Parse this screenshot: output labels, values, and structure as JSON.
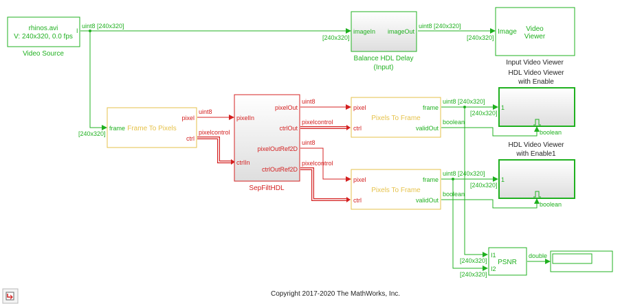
{
  "colors": {
    "green": "#1fb01f",
    "red": "#d42020",
    "yellow": "#e6c24a",
    "dark": "#333333"
  },
  "video_source": {
    "line1": "rhinos.avi",
    "line2": "V: 240x320, 0.0 fps",
    "port": "I",
    "caption": "Video Source"
  },
  "balance": {
    "in": "imageIn",
    "out": "imageOut",
    "caption1": "Balance HDL Delay",
    "caption2": "(Input)"
  },
  "input_viewer": {
    "port": "Image",
    "title1": "Video",
    "title2": "Viewer",
    "caption": "Input Video Viewer"
  },
  "f2p": {
    "title": "Frame To Pixels",
    "in": "frame",
    "out1": "pixel",
    "out2": "ctrl"
  },
  "sepfilt": {
    "in1": "pixelIn",
    "in2": "ctrlIn",
    "out1": "pixelOut",
    "out2": "ctrlOut",
    "out3": "pixelOutRef2D",
    "out4": "ctrlOutRef2D",
    "caption": "SepFiltHDL"
  },
  "p2f1": {
    "title": "Pixels To Frame",
    "in1": "pixel",
    "in2": "ctrl",
    "out1": "frame",
    "out2": "validOut"
  },
  "p2f2": {
    "title": "Pixels To Frame",
    "in1": "pixel",
    "in2": "ctrl",
    "out1": "frame",
    "out2": "validOut"
  },
  "hdl1": {
    "caption1": "HDL Video Viewer",
    "caption2": "with Enable",
    "port": "1"
  },
  "hdl2": {
    "caption1": "HDL Video Viewer",
    "caption2": "with Enable1",
    "port": "1"
  },
  "psnr": {
    "title": "PSNR",
    "in1": "I1",
    "in2": "I2"
  },
  "signals": {
    "uint8_240": "uint8 [240x320]",
    "dim": "[240x320]",
    "uint8": "uint8",
    "pixelcontrol": "pixelcontrol",
    "boolean": "boolean",
    "double": "double"
  },
  "copyright": "Copyright 2017-2020 The MathWorks, Inc."
}
